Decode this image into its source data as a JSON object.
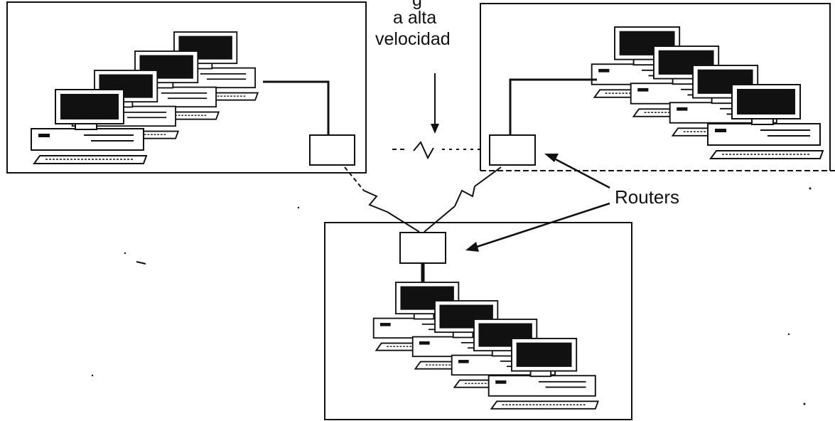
{
  "labels": {
    "top_partial": "g",
    "top_line1": "a alta",
    "top_line2": "velocidad",
    "routers": "Routers"
  },
  "lans": [
    {
      "id": "lan-left",
      "computers": 4,
      "router": 1
    },
    {
      "id": "lan-right",
      "computers": 4,
      "router": 1
    },
    {
      "id": "lan-bottom",
      "computers": 4,
      "router": 1
    }
  ],
  "colors": {
    "ink": "#111111",
    "screen": "#111111",
    "paper": "#ffffff"
  }
}
